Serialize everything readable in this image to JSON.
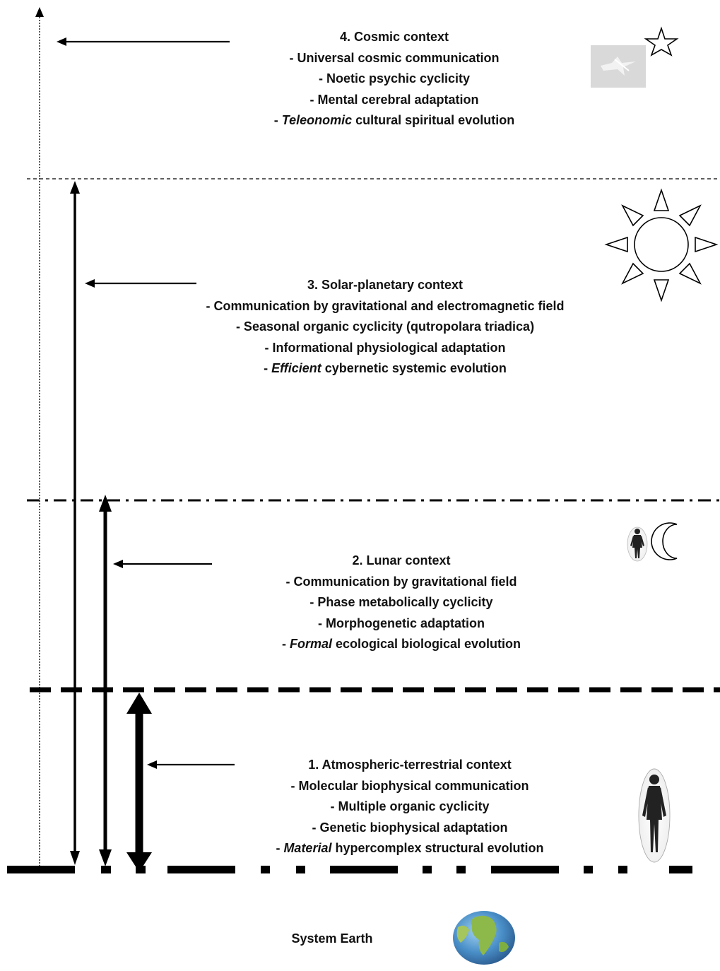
{
  "contexts": [
    {
      "id": "cosmic",
      "lines": [
        {
          "text": "4. Cosmic context"
        },
        {
          "text": "- Universal cosmic communication"
        },
        {
          "text": "- Noetic psychic cyclicity"
        },
        {
          "text": "- Mental cerebral adaptation"
        },
        {
          "prefix": "- ",
          "italic": "Teleonomic",
          "suffix": " cultural spiritual evolution"
        }
      ]
    },
    {
      "id": "solar-planetary",
      "lines": [
        {
          "text": "3. Solar-planetary context"
        },
        {
          "text": "- Communication by gravitational and electromagnetic field"
        },
        {
          "text": "- Seasonal organic cyclicity (qutropolara triadica)"
        },
        {
          "text": "- Informational physiological adaptation"
        },
        {
          "prefix": "- ",
          "italic": "Efficient",
          "suffix": " cybernetic systemic evolution"
        }
      ]
    },
    {
      "id": "lunar",
      "lines": [
        {
          "text": "2. Lunar context"
        },
        {
          "text": "- Communication by gravitational field"
        },
        {
          "text": "- Phase metabolically cyclicity"
        },
        {
          "text": "- Morphogenetic adaptation"
        },
        {
          "prefix": "- ",
          "italic": "Formal",
          "suffix": " ecological biological evolution"
        }
      ]
    },
    {
      "id": "atmospheric-terrestrial",
      "lines": [
        {
          "text": "1. Atmospheric-terrestrial context"
        },
        {
          "text": "- Molecular biophysical communication"
        },
        {
          "text": "- Multiple organic cyclicity"
        },
        {
          "text": "- Genetic biophysical adaptation"
        },
        {
          "prefix": "- ",
          "italic": "Material",
          "suffix": " hypercomplex structural evolution"
        }
      ]
    }
  ],
  "earth_label": "System Earth",
  "icons": [
    "star-icon",
    "sun-icon",
    "moon-icon",
    "human-figure-icon",
    "earth-globe-icon",
    "satellite-photo-icon"
  ],
  "colors": {
    "ink": "#000000",
    "text": "#111111",
    "photo_gray": "#d9d9d9",
    "globe_blue": "#4a8fc8",
    "globe_green": "#8db84a"
  }
}
